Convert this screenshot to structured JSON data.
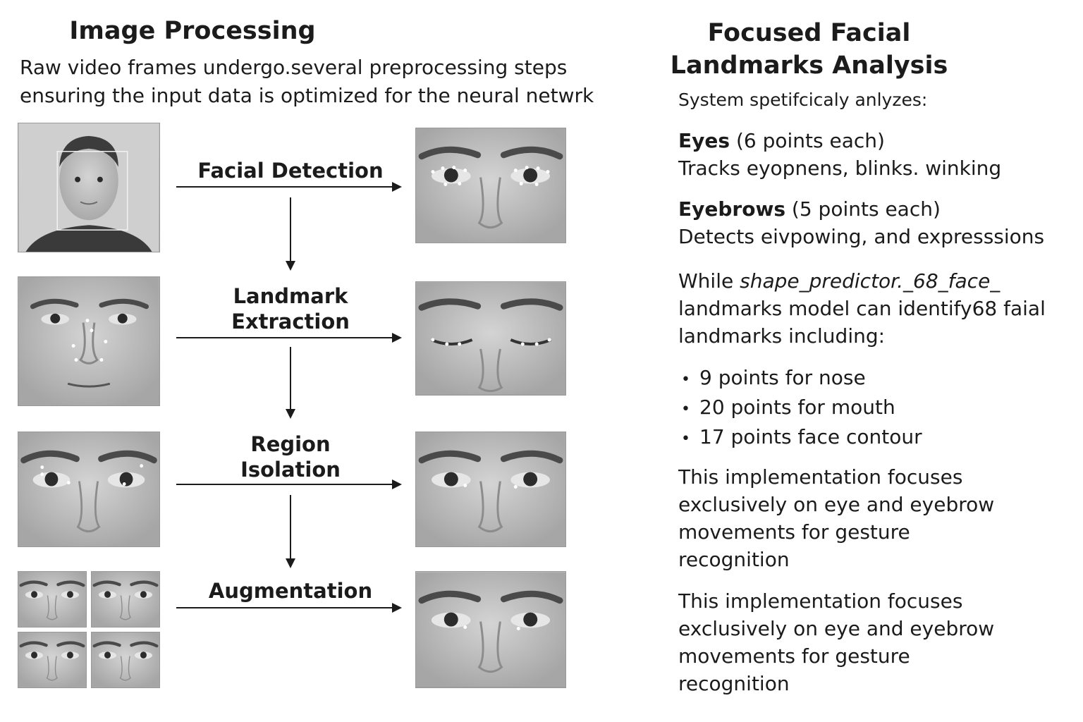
{
  "left": {
    "title": "Image Processing",
    "intro_line1": "Raw video frames undergo.several preprocessing steps",
    "intro_line2": "ensuring the input data is optimized for the neural netwrk"
  },
  "steps": [
    {
      "label_line1": "Facial Detection",
      "label_line2": ""
    },
    {
      "label_line1": "Landmark",
      "label_line2": "Extraction"
    },
    {
      "label_line1": "Region",
      "label_line2": "Isolation"
    },
    {
      "label_line1": "Augmentation",
      "label_line2": ""
    }
  ],
  "right": {
    "title_line1": "Focused Facial",
    "title_line2": "Landmarks Analysis",
    "intro": "System spetifcicaly anlyzes:",
    "eyes": {
      "heading": "Eyes",
      "count": "(6 points each)",
      "desc": "Tracks eyopnens, blinks. winking"
    },
    "eyebrows": {
      "heading": "Eyebrows",
      "count": "(5 points each)",
      "desc": "Detects eivpowing, and expresssions"
    },
    "model": {
      "prefix": "While ",
      "name": "shape_predictor._68_face_",
      "line2": "landmarks model can identify68 faial",
      "line3": "landmarks including:"
    },
    "bullets": [
      "9 points for nose",
      "20 points for mouth",
      "17 points face contour"
    ],
    "para1": [
      "This implementation focuses",
      "exclusively on eye and eyebrow",
      "movements for gesture",
      "recognition"
    ],
    "para2": [
      "This implementation focuses",
      "exclusively on eye and eyebrow",
      "movements for gesture",
      "recognition"
    ]
  }
}
